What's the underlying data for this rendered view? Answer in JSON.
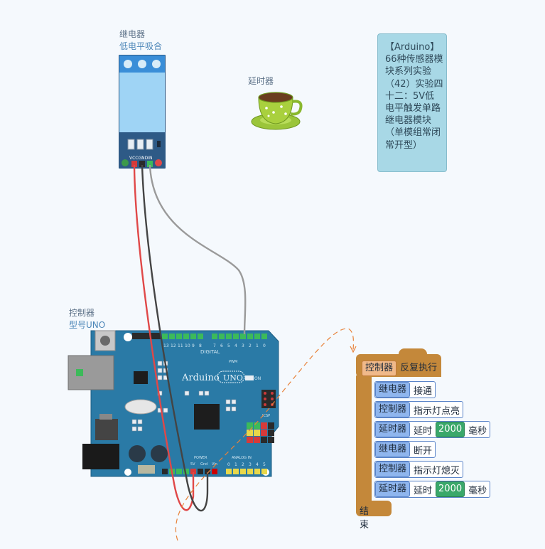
{
  "labels": {
    "relay_name": "继电器",
    "relay_sub": "低电平吸合",
    "delay_name": "延时器",
    "controller_name": "控制器",
    "controller_sub": "型号UNO"
  },
  "note": "【Arduino】66种传感器模块系列实验（42）实验四十二：5V低电平触发单路继电器模块（单模组常闭常开型）",
  "relay_module": {
    "pins": "VCCGNDIN"
  },
  "arduino_board": {
    "brand": "Arduino",
    "model": "UNO",
    "label_on": "ON",
    "label_digital": "DIGITAL",
    "label_pwm": "PWM",
    "label_power": "POWER",
    "label_analog": "ANALOG IN",
    "label_icsp": "ICSP",
    "digital_pins": [
      "13",
      "12",
      "11",
      "10",
      "9",
      "8",
      "7",
      "6",
      "5",
      "4",
      "3",
      "2",
      "1",
      "0"
    ],
    "power_pins": [
      "5V",
      "Gnd",
      "Vin"
    ],
    "analog_pins": [
      "0",
      "1",
      "2",
      "3",
      "4",
      "5"
    ]
  },
  "program": {
    "loop": {
      "module": "控制器",
      "text": "反复执行"
    },
    "statements": [
      {
        "module": "继电器",
        "text": "接通"
      },
      {
        "module": "控制器",
        "text": "指示灯点亮"
      },
      {
        "module": "延时器",
        "text": "延时",
        "value": "2000",
        "unit": "毫秒"
      },
      {
        "module": "继电器",
        "text": "断开"
      },
      {
        "module": "控制器",
        "text": "指示灯熄灭"
      },
      {
        "module": "延时器",
        "text": "延时",
        "value": "2000",
        "unit": "毫秒"
      }
    ],
    "end": "结束"
  },
  "colors": {
    "board": "#2a7aa6",
    "relay_blue": "#9fd4f5",
    "wire_red": "#e04848",
    "wire_black": "#444444",
    "wire_gray": "#9a9a9a",
    "dashed_orange": "#e8823a",
    "block_brown": "#c4883a"
  }
}
